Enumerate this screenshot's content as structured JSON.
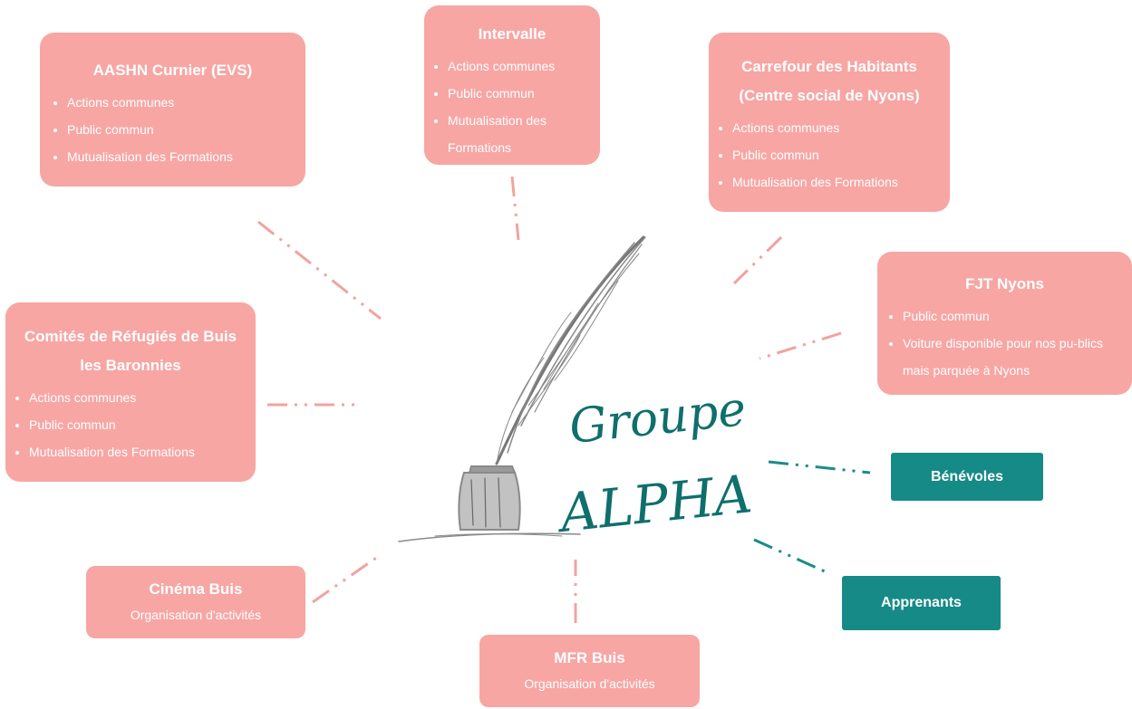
{
  "nodes": {
    "aashn": {
      "title": "AASHN Curnier (EVS)",
      "items": [
        "Actions communes",
        "Public commun",
        "Mutualisation des Formations"
      ]
    },
    "intervalle": {
      "title": "Intervalle",
      "items": [
        "Actions communes",
        "Public commun",
        "Mutualisation des Formations"
      ]
    },
    "carrefour": {
      "title_line1": "Carrefour des Habitants",
      "title_line2": "(Centre social de Nyons)",
      "items": [
        "Actions communes",
        "Public commun",
        "Mutualisation des Formations"
      ]
    },
    "fjt": {
      "title": "FJT Nyons",
      "items": [
        "Public commun",
        "Voiture disponible pour nos pu-blics mais parquée à Nyons"
      ]
    },
    "comites": {
      "title_line1": "Comités de Réfugiés de Buis",
      "title_line2": "les Baronnies",
      "items": [
        "Actions communes",
        "Public commun",
        "Mutualisation des Formations"
      ]
    },
    "cinema": {
      "title": "Cinéma Buis",
      "subtitle": "Organisation d'activités"
    },
    "mfr": {
      "title": "MFR Buis",
      "subtitle": "Organisation d'activités"
    },
    "benevoles": {
      "title": "Bénévoles"
    },
    "apprenants": {
      "title": "Apprenants"
    }
  },
  "center": {
    "line1": "Groupe",
    "line2": "ALPHA"
  },
  "colors": {
    "partner": "#f7a6a4",
    "internal": "#168a87",
    "connector_partner": "#f0a3a0",
    "connector_internal": "#1a8c89",
    "title": "#0f6f6c"
  }
}
